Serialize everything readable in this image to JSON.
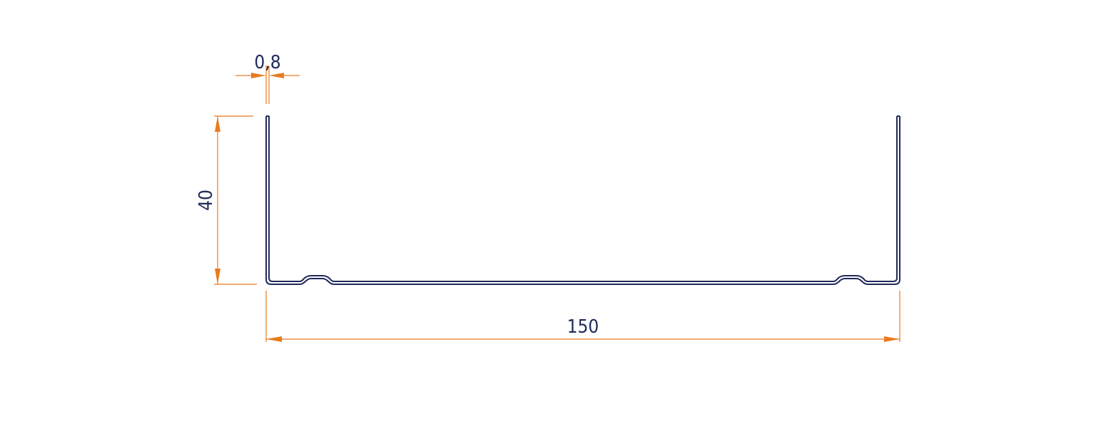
{
  "colors": {
    "profile": "#1f2a5a",
    "dimension": "#e87b1e",
    "background": "#ffffff"
  },
  "dimensions": {
    "thickness": "0,8",
    "height": "40",
    "width": "150"
  }
}
